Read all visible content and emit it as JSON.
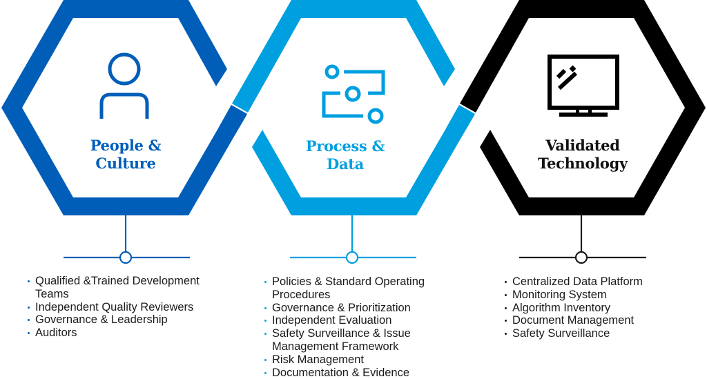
{
  "pillars": [
    {
      "id": "people",
      "title_line1": "People &",
      "title_line2": "Culture",
      "icon": "person-icon",
      "color": "#005EB8",
      "items": [
        "Qualified &Trained Development Teams",
        "Independent Quality Reviewers",
        "Governance & Leadership",
        "Auditors"
      ]
    },
    {
      "id": "process",
      "title_line1": "Process &",
      "title_line2": "Data",
      "icon": "process-flow-icon",
      "color": "#009FDF",
      "items": [
        "Policies & Standard Operating Procedures",
        "Governance & Prioritization",
        "Independent Evaluation",
        "Safety Surveillance & Issue Management Framework",
        "Risk Management",
        "Documentation & Evidence"
      ]
    },
    {
      "id": "technology",
      "title_line1": "Validated",
      "title_line2": "Technology",
      "icon": "monitor-icon",
      "color": "#000000",
      "items": [
        "Centralized Data Platform",
        "Monitoring System",
        "Algorithm Inventory",
        "Document Management",
        "Safety Surveillance"
      ]
    }
  ]
}
